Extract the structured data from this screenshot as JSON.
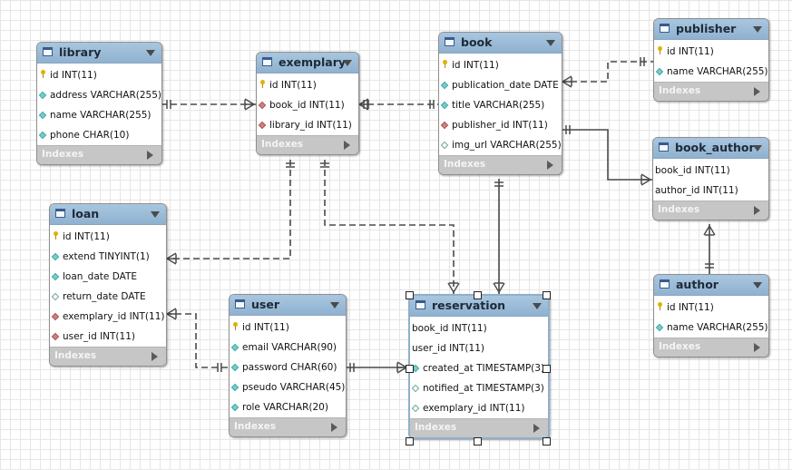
{
  "indexes_label": "Indexes",
  "tables": [
    {
      "id": "library",
      "name": "library",
      "columns": [
        {
          "text": "id INT(11)",
          "marker": "key"
        },
        {
          "text": "address VARCHAR(255)",
          "marker": "dia-cyan"
        },
        {
          "text": "name VARCHAR(255)",
          "marker": "dia-cyan"
        },
        {
          "text": "phone CHAR(10)",
          "marker": "dia-cyan"
        }
      ]
    },
    {
      "id": "exemplary",
      "name": "exemplary",
      "columns": [
        {
          "text": "id INT(11)",
          "marker": "key"
        },
        {
          "text": "book_id INT(11)",
          "marker": "dia-red"
        },
        {
          "text": "library_id INT(11)",
          "marker": "dia-red"
        }
      ]
    },
    {
      "id": "book",
      "name": "book",
      "columns": [
        {
          "text": "id INT(11)",
          "marker": "key"
        },
        {
          "text": "publication_date DATE",
          "marker": "dia-cyan"
        },
        {
          "text": "title VARCHAR(255)",
          "marker": "dia-cyan"
        },
        {
          "text": "publisher_id INT(11)",
          "marker": "dia-red"
        },
        {
          "text": "img_url VARCHAR(255)",
          "marker": "dia-empty"
        }
      ]
    },
    {
      "id": "publisher",
      "name": "publisher",
      "columns": [
        {
          "text": "id INT(11)",
          "marker": "key"
        },
        {
          "text": "name VARCHAR(255)",
          "marker": "dia-cyan"
        }
      ]
    },
    {
      "id": "book_author",
      "name": "book_author",
      "columns": [
        {
          "text": "book_id INT(11)",
          "marker": "none"
        },
        {
          "text": "author_id INT(11)",
          "marker": "none"
        }
      ]
    },
    {
      "id": "author",
      "name": "author",
      "columns": [
        {
          "text": "id INT(11)",
          "marker": "key"
        },
        {
          "text": "name VARCHAR(255)",
          "marker": "dia-cyan"
        }
      ]
    },
    {
      "id": "loan",
      "name": "loan",
      "columns": [
        {
          "text": "id INT(11)",
          "marker": "key"
        },
        {
          "text": "extend TINYINT(1)",
          "marker": "dia-cyan"
        },
        {
          "text": "loan_date DATE",
          "marker": "dia-cyan"
        },
        {
          "text": "return_date DATE",
          "marker": "dia-empty"
        },
        {
          "text": "exemplary_id INT(11)",
          "marker": "dia-red"
        },
        {
          "text": "user_id INT(11)",
          "marker": "dia-red"
        }
      ]
    },
    {
      "id": "user",
      "name": "user",
      "columns": [
        {
          "text": "id INT(11)",
          "marker": "key"
        },
        {
          "text": "email VARCHAR(90)",
          "marker": "dia-cyan"
        },
        {
          "text": "password CHAR(60)",
          "marker": "dia-cyan"
        },
        {
          "text": "pseudo VARCHAR(45)",
          "marker": "dia-cyan"
        },
        {
          "text": "role VARCHAR(20)",
          "marker": "dia-cyan"
        }
      ]
    },
    {
      "id": "reservation",
      "name": "reservation",
      "columns": [
        {
          "text": "book_id INT(11)",
          "marker": "none"
        },
        {
          "text": "user_id INT(11)",
          "marker": "none"
        },
        {
          "text": "created_at TIMESTAMP(3)",
          "marker": "dia-cyan"
        },
        {
          "text": "notified_at TIMESTAMP(3)",
          "marker": "dia-empty"
        },
        {
          "text": "exemplary_id INT(11)",
          "marker": "dia-empty"
        }
      ]
    }
  ],
  "relationships": [
    {
      "id": "library-exemplary",
      "style": "dashed"
    },
    {
      "id": "exemplary-book",
      "style": "dashed"
    },
    {
      "id": "book-publisher",
      "style": "dashed"
    },
    {
      "id": "book-book_author",
      "style": "solid"
    },
    {
      "id": "book_author-author",
      "style": "solid"
    },
    {
      "id": "exemplary-loan",
      "style": "dashed"
    },
    {
      "id": "exemplary-reservation",
      "style": "dashed"
    },
    {
      "id": "book-reservation",
      "style": "solid"
    },
    {
      "id": "loan-user",
      "style": "dashed"
    },
    {
      "id": "user-reservation",
      "style": "solid"
    }
  ],
  "colors": {
    "header": "#9dbcd8",
    "footer": "#c6c6c6",
    "line": "#4a4a4a",
    "key": "#e2b100",
    "column_marker": "#6fd0cf",
    "foreign_key_marker": "#d07f7f"
  }
}
